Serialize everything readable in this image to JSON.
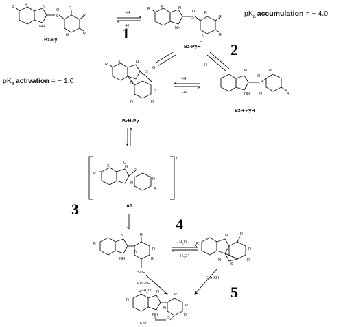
{
  "notes": {
    "accumulation": {
      "prefix": "pK",
      "sub": "a",
      "bold": "accumulation",
      "suffix": "= ~ 4.0"
    },
    "activation": {
      "prefix": "pK",
      "sub": "a",
      "bold": "activation",
      "suffix": "= ~ 1.0"
    }
  },
  "steps": [
    "1",
    "2",
    "3",
    "4",
    "5"
  ],
  "compounds": {
    "bz_py": "Bz-Py",
    "bz_pyh": "Bz-PyH",
    "bzh_py": "BzH",
    "bzh_py_tail": "-Py",
    "bzh_pyh": "BzH",
    "bzh_pyh_tail": "-PyH",
    "a1": "A1"
  },
  "conditions": {
    "plus_h": "+H",
    "minus_h": "-H",
    "minus_h2o": "- H",
    "plus_h2o": "+ H",
    "enz_sh": "Enz-SH",
    "enz_sh_water": "- H",
    "enz_s": "Enz",
    "dagger": "‡"
  },
  "atoms": {
    "r1": "R",
    "r2": "R",
    "r3": "R",
    "r4": "R",
    "x": "X",
    "n": "N",
    "nh": "NH",
    "h": "H",
    "s": "S",
    "o": "O",
    "sh": "SH",
    "soh": "SOH",
    "hplus": "H"
  }
}
